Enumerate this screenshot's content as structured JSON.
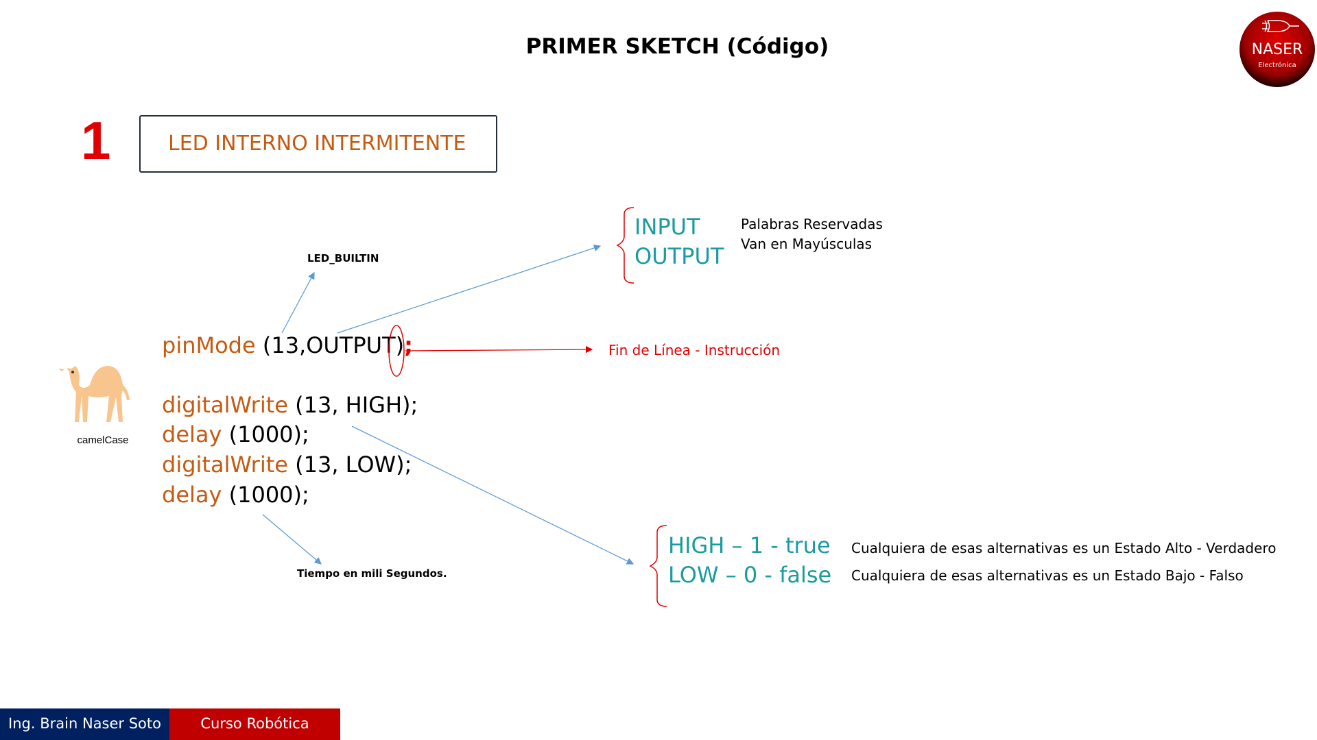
{
  "header": {
    "title": "PRIMER SKETCH  (Código)"
  },
  "logo": {
    "brand": "NASER",
    "subtitle": "Electrónica"
  },
  "section": {
    "number": "1",
    "heading": "LED INTERNO INTERMITENTE"
  },
  "code": [
    {
      "fn": "pinMode",
      "args": " (13,OUTPUT)",
      "end": ";"
    },
    {
      "fn": "digitalWrite",
      "args": " (13, HIGH);"
    },
    {
      "fn": "delay",
      "args": " (1000);"
    },
    {
      "fn": "digitalWrite",
      "args": " (13, LOW);"
    },
    {
      "fn": "delay",
      "args": " (1000);"
    }
  ],
  "annotations": {
    "led_builtin": "LED_BUILTIN",
    "modes": [
      "INPUT",
      "OUTPUT"
    ],
    "reserved_note": [
      "Palabras Reservadas",
      "Van en Mayúsculas"
    ],
    "end_of_line": "Fin de Línea - Instrucción",
    "time_note": "Tiempo en mili Segundos.",
    "states": [
      "HIGH – 1 - true",
      "LOW – 0 - false"
    ],
    "state_notes": [
      "Cualquiera de esas alternativas es un Estado Alto - Verdadero",
      "Cualquiera de esas alternativas es un Estado Bajo - Falso"
    ],
    "camel_label": "camelCase"
  },
  "footer": {
    "author": "Ing. Brain Naser Soto",
    "course": "Curso Robótica"
  },
  "colors": {
    "accent_orange": "#c55a11",
    "teal": "#1a9ba0",
    "red": "#e00000",
    "navy": "#002060",
    "arrow_blue": "#5b9bd5"
  }
}
